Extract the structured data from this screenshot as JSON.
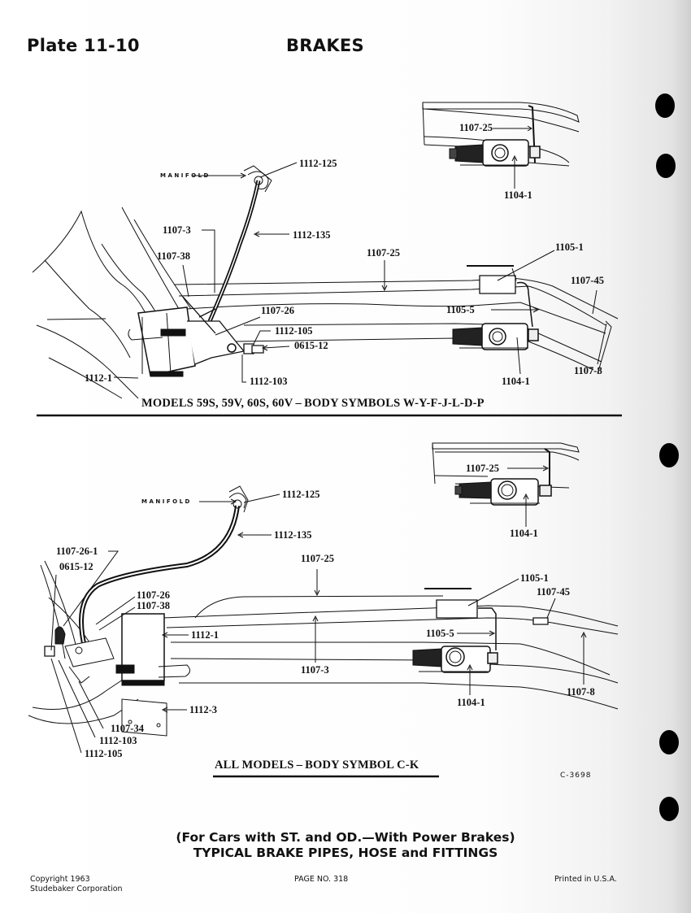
{
  "header": {
    "plate": "Plate 11-10",
    "section": "BRAKES"
  },
  "diagram_top": {
    "caption": "MODELS 59S, 59V, 60S, 60V – BODY SYMBOLS W-Y-F-J-L-D-P",
    "inset_labels": {
      "pipe": "1107-25",
      "cylinder": "1104-1"
    },
    "labels": {
      "manifold": "MANIFOLD",
      "fitting_top": "1112-125",
      "hose": "1112-135",
      "pipe_3": "1107-3",
      "clip_38": "1107-38",
      "pipe_25": "1107-25",
      "junction": "1105-1",
      "pipe_45": "1107-45",
      "pipe_26": "1107-26",
      "fitting_105": "1112-105",
      "connector": "0615-12",
      "pipe_5": "1105-5",
      "booster": "1112-1",
      "fitting_103": "1112-103",
      "wheel_cyl": "1104-1",
      "pipe_8": "1107-8"
    }
  },
  "diagram_bottom": {
    "caption": "ALL  MODELS – BODY  SYMBOL  C-K",
    "figure_number": "C-3698",
    "inset_labels": {
      "pipe": "1107-25",
      "cylinder": "1104-1"
    },
    "labels": {
      "manifold": "MANIFOLD",
      "fitting_top": "1112-125",
      "hose": "1112-135",
      "pipe_26_1": "1107-26-1",
      "connector": "0615-12",
      "pipe_25": "1107-25",
      "junction": "1105-1",
      "pipe_45": "1107-45",
      "pipe_26": "1107-26",
      "clip_38": "1107-38",
      "booster": "1112-1",
      "pipe_5": "1105-5",
      "pipe_3": "1107-3",
      "pipe_8": "1107-8",
      "wheel_cyl": "1104-1",
      "bracket": "1112-3",
      "pipe_34": "1107-34",
      "fitting_103": "1112-103",
      "fitting_105": "1112-105"
    }
  },
  "title": {
    "line1": "(For Cars with ST. and OD.—With Power Brakes)",
    "line2": "TYPICAL BRAKE PIPES, HOSE and FITTINGS"
  },
  "footer": {
    "copyright_line1": "Copyright 1963",
    "copyright_line2": "Studebaker Corporation",
    "page": "PAGE NO. 318",
    "printed": "Printed in U.S.A."
  },
  "binder_holes": 5
}
